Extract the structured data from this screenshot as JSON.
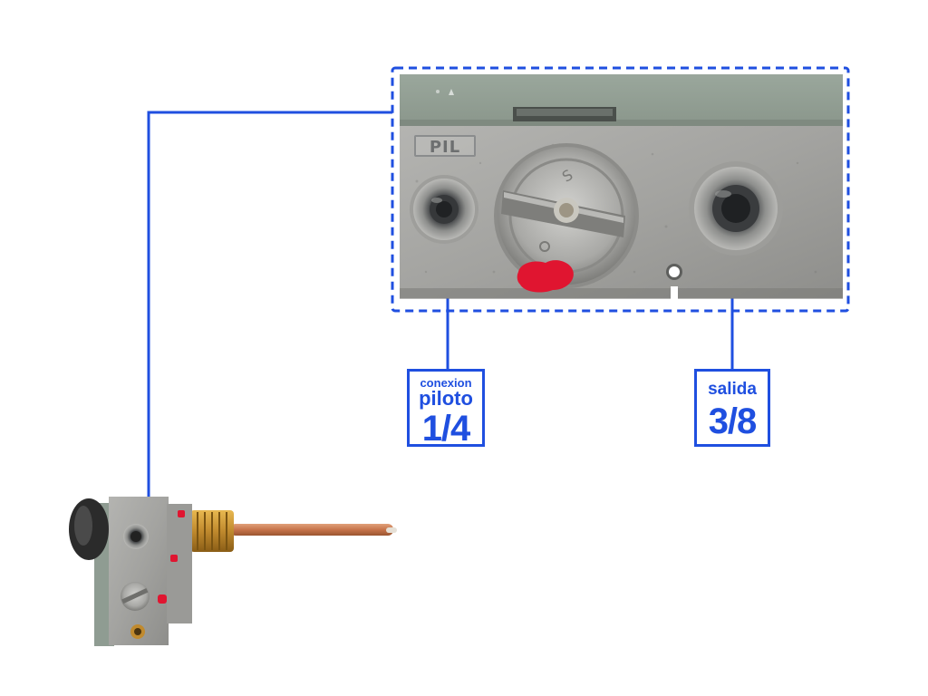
{
  "colors": {
    "accent": "#1f4fe0",
    "housing_grey": "#8f9c92",
    "body_metal": "#a7a7a5",
    "brass": "#c08a2e",
    "copper": "#c7744a",
    "red_seal": "#e01530"
  },
  "detail": {
    "stamp": "PIL"
  },
  "labels": {
    "pilot": {
      "line1": "conexion",
      "line2": "piloto",
      "size": "1/4"
    },
    "outlet": {
      "line1": "salida",
      "size": "3/8"
    }
  }
}
